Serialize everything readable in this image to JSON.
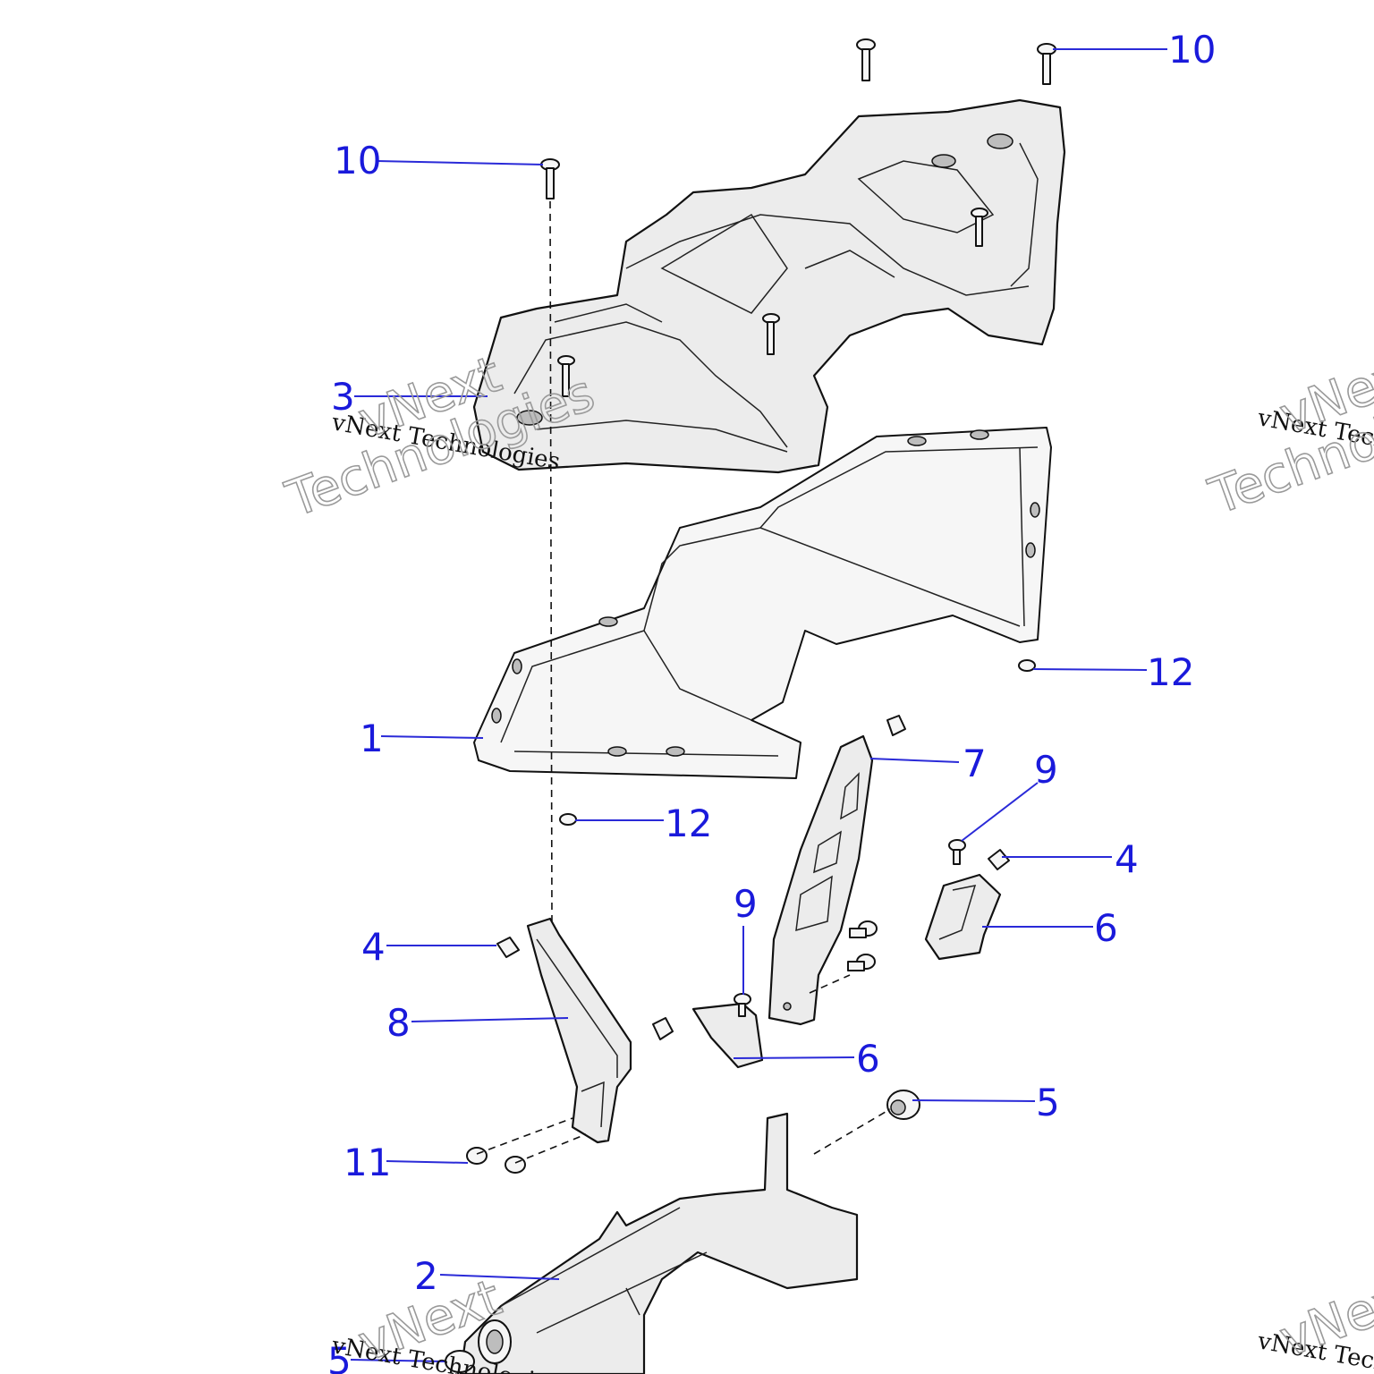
{
  "diagram": {
    "callouts": [
      {
        "id": "c-10a",
        "label": "10"
      },
      {
        "id": "c-10b",
        "label": "10"
      },
      {
        "id": "c-3",
        "label": "3"
      },
      {
        "id": "c-12a",
        "label": "12"
      },
      {
        "id": "c-1",
        "label": "1"
      },
      {
        "id": "c-7",
        "label": "7"
      },
      {
        "id": "c-9a",
        "label": "9"
      },
      {
        "id": "c-12b",
        "label": "12"
      },
      {
        "id": "c-4a",
        "label": "4"
      },
      {
        "id": "c-9b",
        "label": "9"
      },
      {
        "id": "c-6a",
        "label": "6"
      },
      {
        "id": "c-4b",
        "label": "4"
      },
      {
        "id": "c-8",
        "label": "8"
      },
      {
        "id": "c-6b",
        "label": "6"
      },
      {
        "id": "c-5a",
        "label": "5"
      },
      {
        "id": "c-11",
        "label": "11"
      },
      {
        "id": "c-2",
        "label": "2"
      },
      {
        "id": "c-5b",
        "label": "5"
      }
    ],
    "watermarks": {
      "small": "vNext Technologies",
      "big_line1": "vNext",
      "big_line2": "Technologies"
    },
    "colors": {
      "callout": "#1a1adb",
      "outline": "#111111",
      "fill": "#ececec"
    }
  }
}
